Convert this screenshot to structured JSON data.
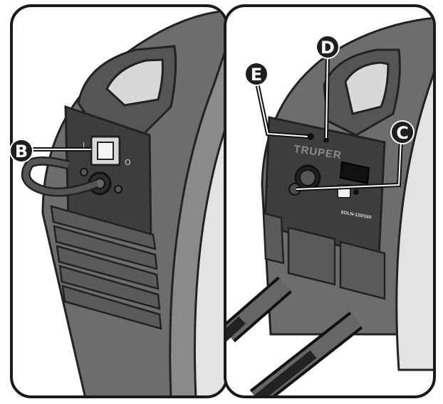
{
  "panels": {
    "left": {
      "callouts": [
        {
          "label": "B",
          "target": "power-switch"
        }
      ],
      "switch_symbols": {
        "on": "I",
        "off": "O"
      }
    },
    "right": {
      "brand": "TRUPER",
      "model": "SOLN-120/160",
      "callouts": [
        {
          "label": "E",
          "target": "power-indicator-light"
        },
        {
          "label": "D",
          "target": "overheat-indicator-light"
        },
        {
          "label": "C",
          "target": "current-adjust-knob"
        }
      ]
    }
  },
  "colors": {
    "body": "#6d6d6d",
    "body_dark": "#4a4a4a",
    "panel": "#3d3d3d",
    "outline": "#222222",
    "callout_fill": "#1e1e1e",
    "light_shell": "#e3e3e3"
  }
}
